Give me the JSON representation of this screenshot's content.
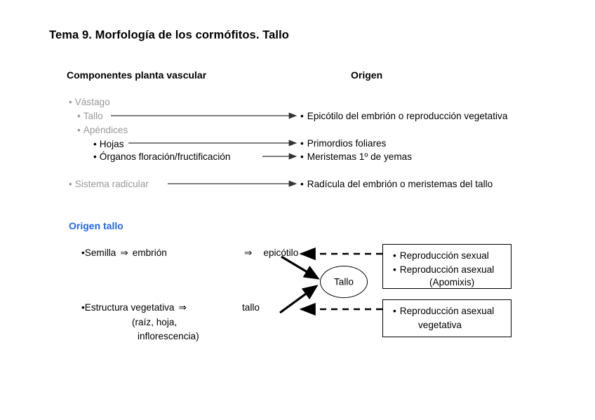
{
  "title": "Tema 9. Morfología de los cormófitos. Tallo",
  "headings": {
    "components": "Componentes planta vascular",
    "origin": "Origen",
    "origen_tallo": "Origen tallo"
  },
  "bullet_glyph": "•",
  "double_arrow_glyph": "⇒",
  "colors": {
    "muted_text": "#999999",
    "accent_blue": "#2266ee",
    "line": "#333333",
    "text": "#000000"
  },
  "components_list": [
    {
      "label": "Vástago",
      "level": 1,
      "muted": true,
      "has_arrow": false
    },
    {
      "label": "Tallo",
      "level": 2,
      "muted": true,
      "has_arrow": true
    },
    {
      "label": "Apéndices",
      "level": 2,
      "muted": true,
      "has_arrow": false
    },
    {
      "label": "Hojas",
      "level": 3,
      "muted": false,
      "has_arrow": true
    },
    {
      "label": "Órganos floración/fructificación",
      "level": 3,
      "muted": false,
      "has_arrow": true
    },
    {
      "label": "Sistema radicular",
      "level": 1,
      "muted": true,
      "has_arrow": true
    }
  ],
  "origin_list": [
    {
      "label": "Epicótilo del embrión o reproducción vegetativa"
    },
    {
      "label": "Primordios foliares"
    },
    {
      "label": "Meristemas 1º de yemas"
    },
    {
      "label": "Radícula del embrión o meristemas del tallo"
    }
  ],
  "origen_tallo_diagram": {
    "row1": {
      "source": "Semilla",
      "middle": "embrión",
      "result": "epicótilo"
    },
    "row2": {
      "source": "Estructura vegetativa",
      "result": "tallo",
      "sub_line_1": "(raíz, hoja,",
      "sub_line_2": "inflorescencia)"
    },
    "center_node": "Tallo",
    "box1": {
      "line_1": "Reproducción sexual",
      "line_2": "Reproducción asexual",
      "line_3": "(Apomixis)"
    },
    "box2": {
      "line_1": "Reproducción asexual",
      "line_2": "vegetativa"
    }
  }
}
